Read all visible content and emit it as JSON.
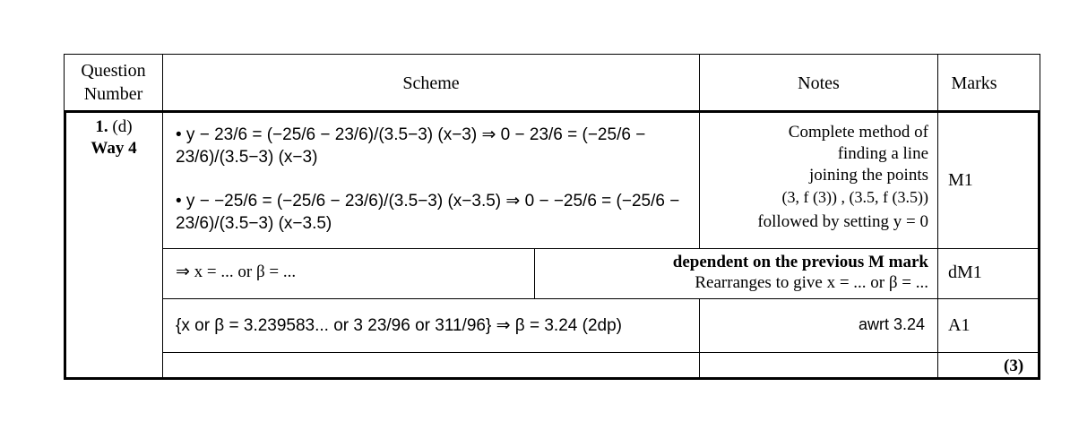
{
  "header": {
    "question_number": "Question Number",
    "scheme": "Scheme",
    "notes": "Notes",
    "marks": "Marks"
  },
  "question": {
    "number": "1.",
    "part": "(d)",
    "way": "Way 4"
  },
  "rows": [
    {
      "scheme_line1": "• y − 23/6 = (−25/6 − 23/6)/(3.5−3) (x−3) ⇒ 0 − 23/6 = (−25/6 − 23/6)/(3.5−3) (x−3)",
      "scheme_line2": "• y − −25/6 = (−25/6 − 23/6)/(3.5−3) (x−3.5) ⇒ 0 − −25/6 = (−25/6 − 23/6)/(3.5−3) (x−3.5)",
      "notes": [
        "Complete method of",
        "finding a line",
        "joining the points",
        "(3, f (3)) , (3.5, f (3.5))",
        "followed by setting  y = 0"
      ],
      "mark": "M1"
    },
    {
      "scheme": "⇒ x = ... or β = ...",
      "notes_bold": "dependent on the previous M mark",
      "notes": "Rearranges to give  x = ...  or  β = ...",
      "mark": "dM1"
    },
    {
      "scheme": "{x or β = 3.239583... or 3 23/96 or 311/96} ⇒ β = 3.24 (2dp)",
      "notes": "awrt 3.24",
      "mark": "A1"
    },
    {
      "total": "(3)"
    }
  ]
}
